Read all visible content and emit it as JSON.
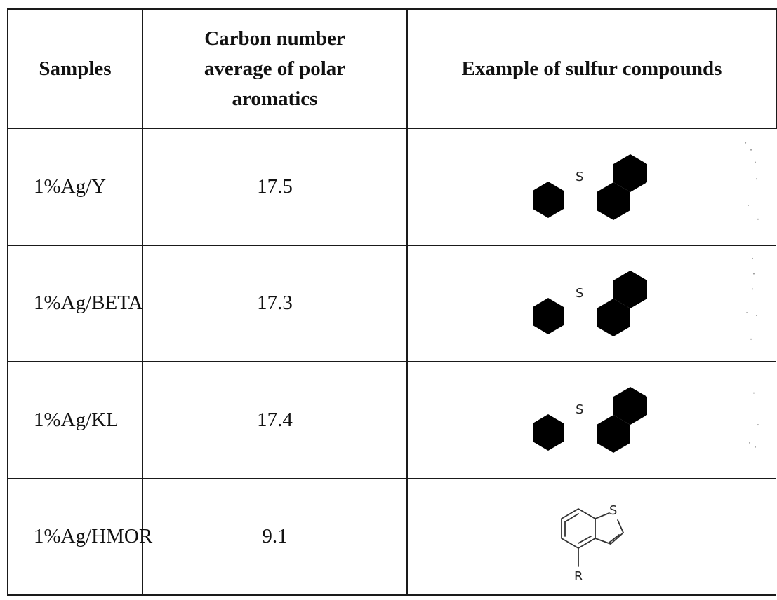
{
  "table": {
    "headers": {
      "samples": "Samples",
      "carbon": [
        "Carbon number",
        "average of polar",
        "aromatics"
      ],
      "example": "Example of sulfur compounds"
    },
    "rows": [
      {
        "sample": "1%Ag/Y",
        "carbon": "17.5",
        "structure": "benzo-naphthothiophene-icon"
      },
      {
        "sample": "1%Ag/BETA",
        "carbon": "17.3",
        "structure": "benzo-naphthothiophene-icon"
      },
      {
        "sample": "1%Ag/KL",
        "carbon": "17.4",
        "structure": "benzo-naphthothiophene-icon"
      },
      {
        "sample": "1%Ag/HMOR",
        "carbon": "9.1",
        "structure": "alkyl-benzothiophene-icon"
      }
    ],
    "atom_labels": {
      "sulfur": "S",
      "substituent": "R"
    }
  }
}
